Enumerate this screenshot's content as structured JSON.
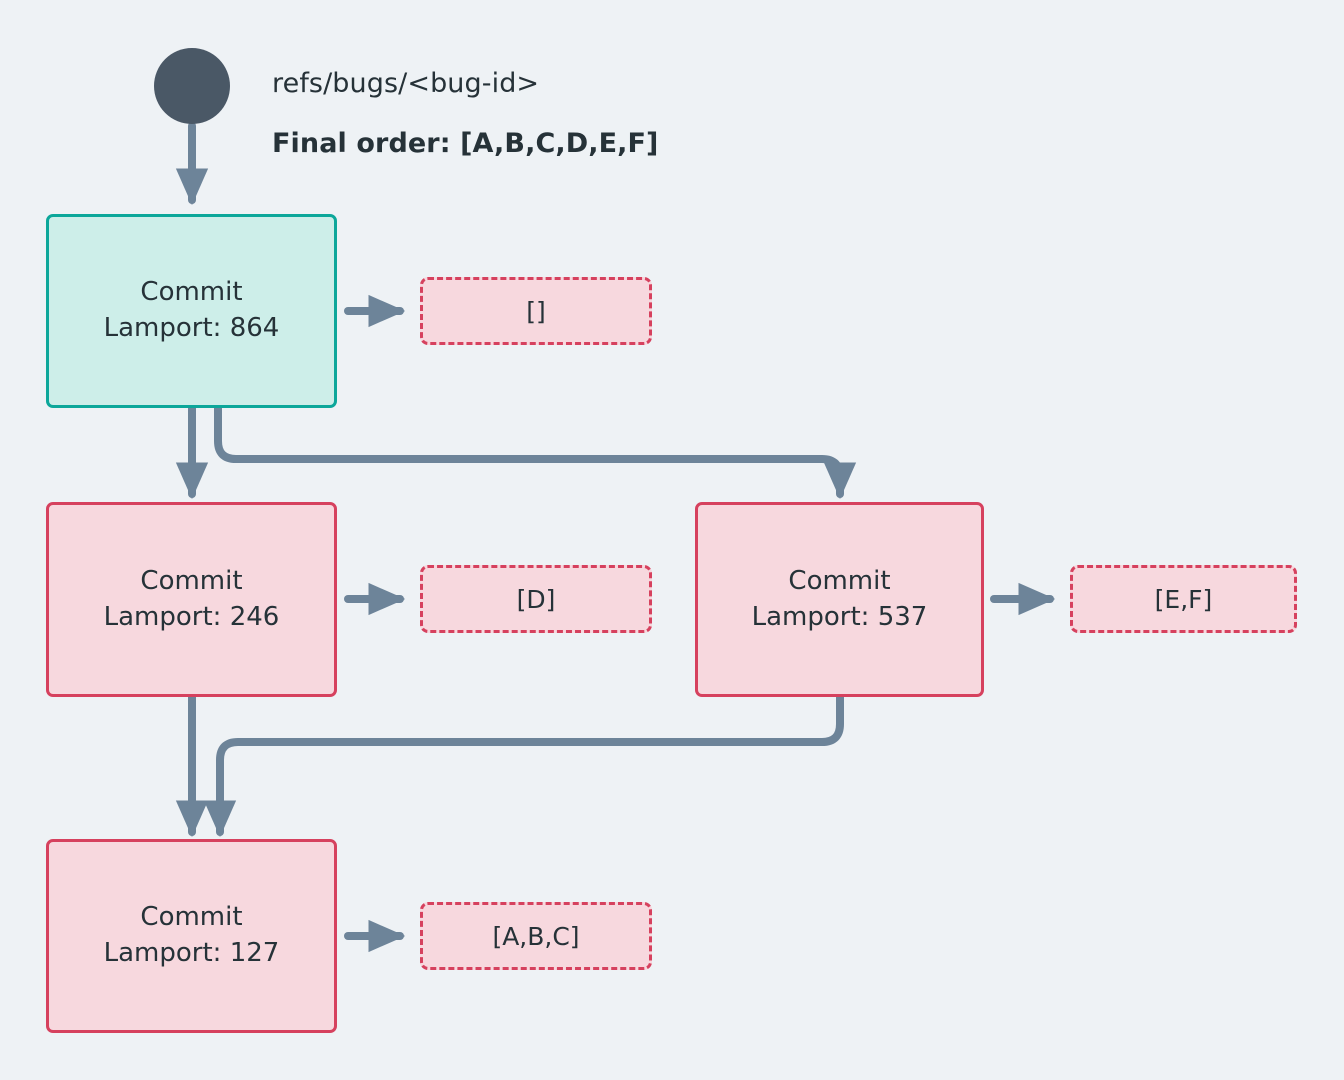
{
  "diagram": {
    "background_color": "#eef2f5",
    "root": {
      "icon": "root-dot",
      "ref_label": "refs/bugs/<bug-id>",
      "order_label": "Final order: [A,B,C,D,E,F]"
    },
    "colors": {
      "head_fill": "#cdeee9",
      "head_border": "#0ca79a",
      "node_fill": "#f7d8de",
      "node_border": "#d6415e",
      "payload_fill": "#f7d8de",
      "payload_border": "#d6415e",
      "edge": "#6d8499",
      "text": "#263238",
      "root_dot": "#4a5866"
    },
    "nodes": [
      {
        "id": "n864",
        "title": "Commit",
        "lamport": "Lamport: 864",
        "style": "head",
        "payload": "[]"
      },
      {
        "id": "n246",
        "title": "Commit",
        "lamport": "Lamport: 246",
        "style": "plain",
        "payload": "[D]"
      },
      {
        "id": "n537",
        "title": "Commit",
        "lamport": "Lamport: 537",
        "style": "plain",
        "payload": "[E,F]"
      },
      {
        "id": "n127",
        "title": "Commit",
        "lamport": "Lamport: 127",
        "style": "plain",
        "payload": "[A,B,C]"
      }
    ],
    "edges": [
      {
        "from": "root",
        "to": "n864",
        "kind": "straight"
      },
      {
        "from": "n864",
        "to": "n246",
        "kind": "straight"
      },
      {
        "from": "n864",
        "to": "n537",
        "kind": "elbow-right"
      },
      {
        "from": "n246",
        "to": "n127",
        "kind": "straight"
      },
      {
        "from": "n537",
        "to": "n127",
        "kind": "elbow-left"
      },
      {
        "from": "n864",
        "to": "payload-864",
        "kind": "short-right"
      },
      {
        "from": "n246",
        "to": "payload-246",
        "kind": "short-right"
      },
      {
        "from": "n537",
        "to": "payload-537",
        "kind": "short-right"
      },
      {
        "from": "n127",
        "to": "payload-127",
        "kind": "short-right"
      }
    ]
  }
}
